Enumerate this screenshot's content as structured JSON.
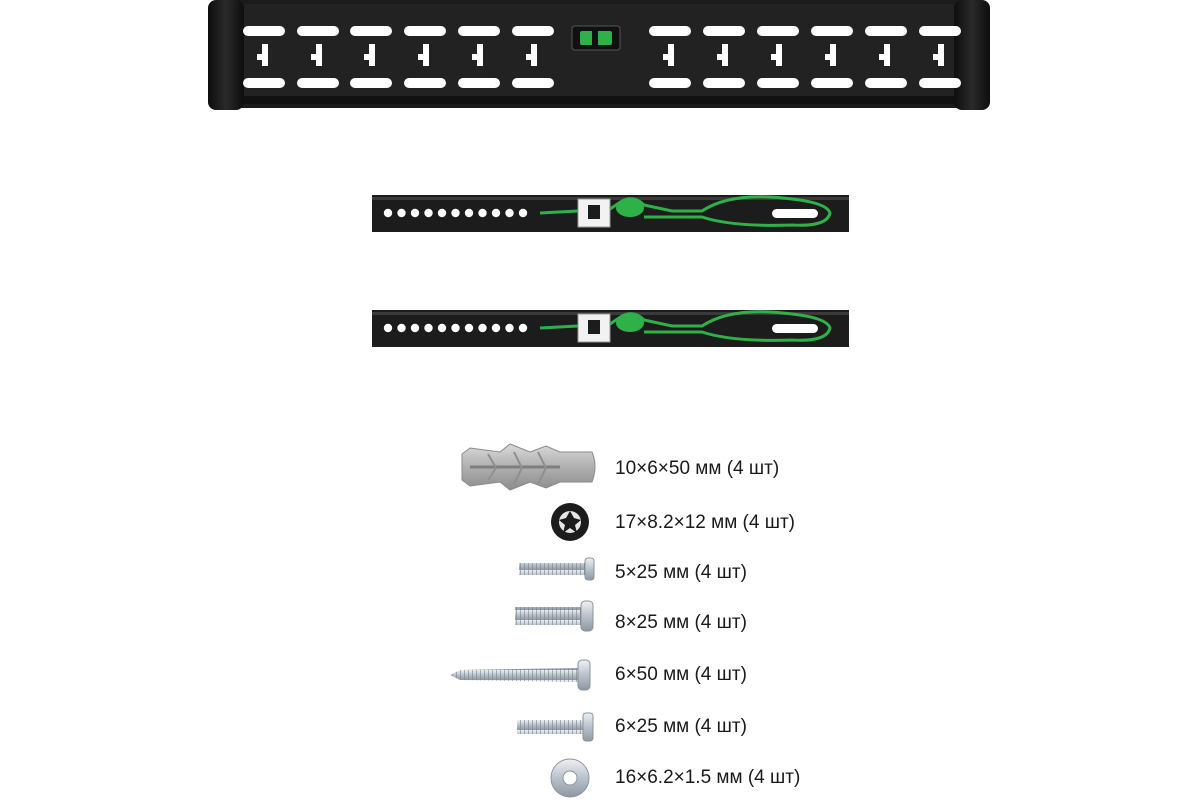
{
  "colors": {
    "background": "#ffffff",
    "bracket_black": "#1c1c1c",
    "strip_green": "#2fb14a",
    "zinc": "#c9cfd6",
    "anchor_grey": "#b3b3b3"
  },
  "images": {
    "wall_plate": "black wall mount plate with slots and bubble level",
    "vertical_arms": [
      "black mounting arm with green safety strap",
      "black mounting arm with green safety strap"
    ]
  },
  "hardware": [
    {
      "icon": "wall-anchor-icon",
      "label": "10×6×50 мм (4 шт)"
    },
    {
      "icon": "rubber-grommet-icon",
      "label": "17×8.2×12 мм (4 шт)"
    },
    {
      "icon": "bolt-m5-icon",
      "label": "5×25 мм (4 шт)"
    },
    {
      "icon": "bolt-m8-icon",
      "label": "8×25 мм (4 шт)"
    },
    {
      "icon": "wood-screw-icon",
      "label": "6×50 мм (4 шт)"
    },
    {
      "icon": "bolt-m6-icon",
      "label": "6×25 мм (4 шт)"
    },
    {
      "icon": "washer-icon",
      "label": "16×6.2×1.5 мм (4 шт)"
    }
  ]
}
